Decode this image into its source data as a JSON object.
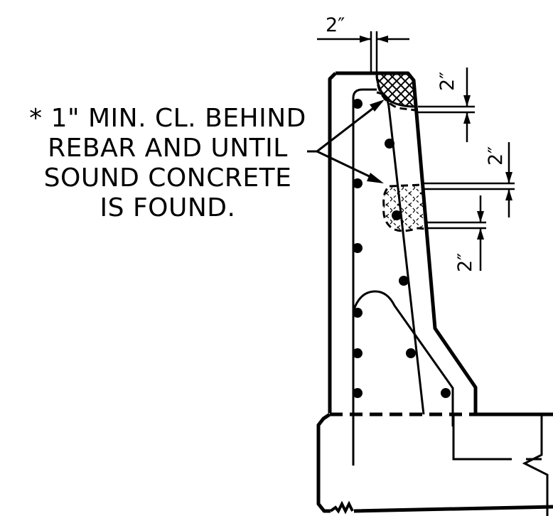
{
  "note": {
    "lines": [
      "* 1\" MIN. CL. BEHIND",
      "REBAR AND UNTIL",
      "SOUND CONCRETE",
      "IS FOUND."
    ]
  },
  "dimensions": {
    "top_width": "2″",
    "upper_depth": "2″",
    "middle_top": "2″",
    "middle_bottom": "2″"
  }
}
